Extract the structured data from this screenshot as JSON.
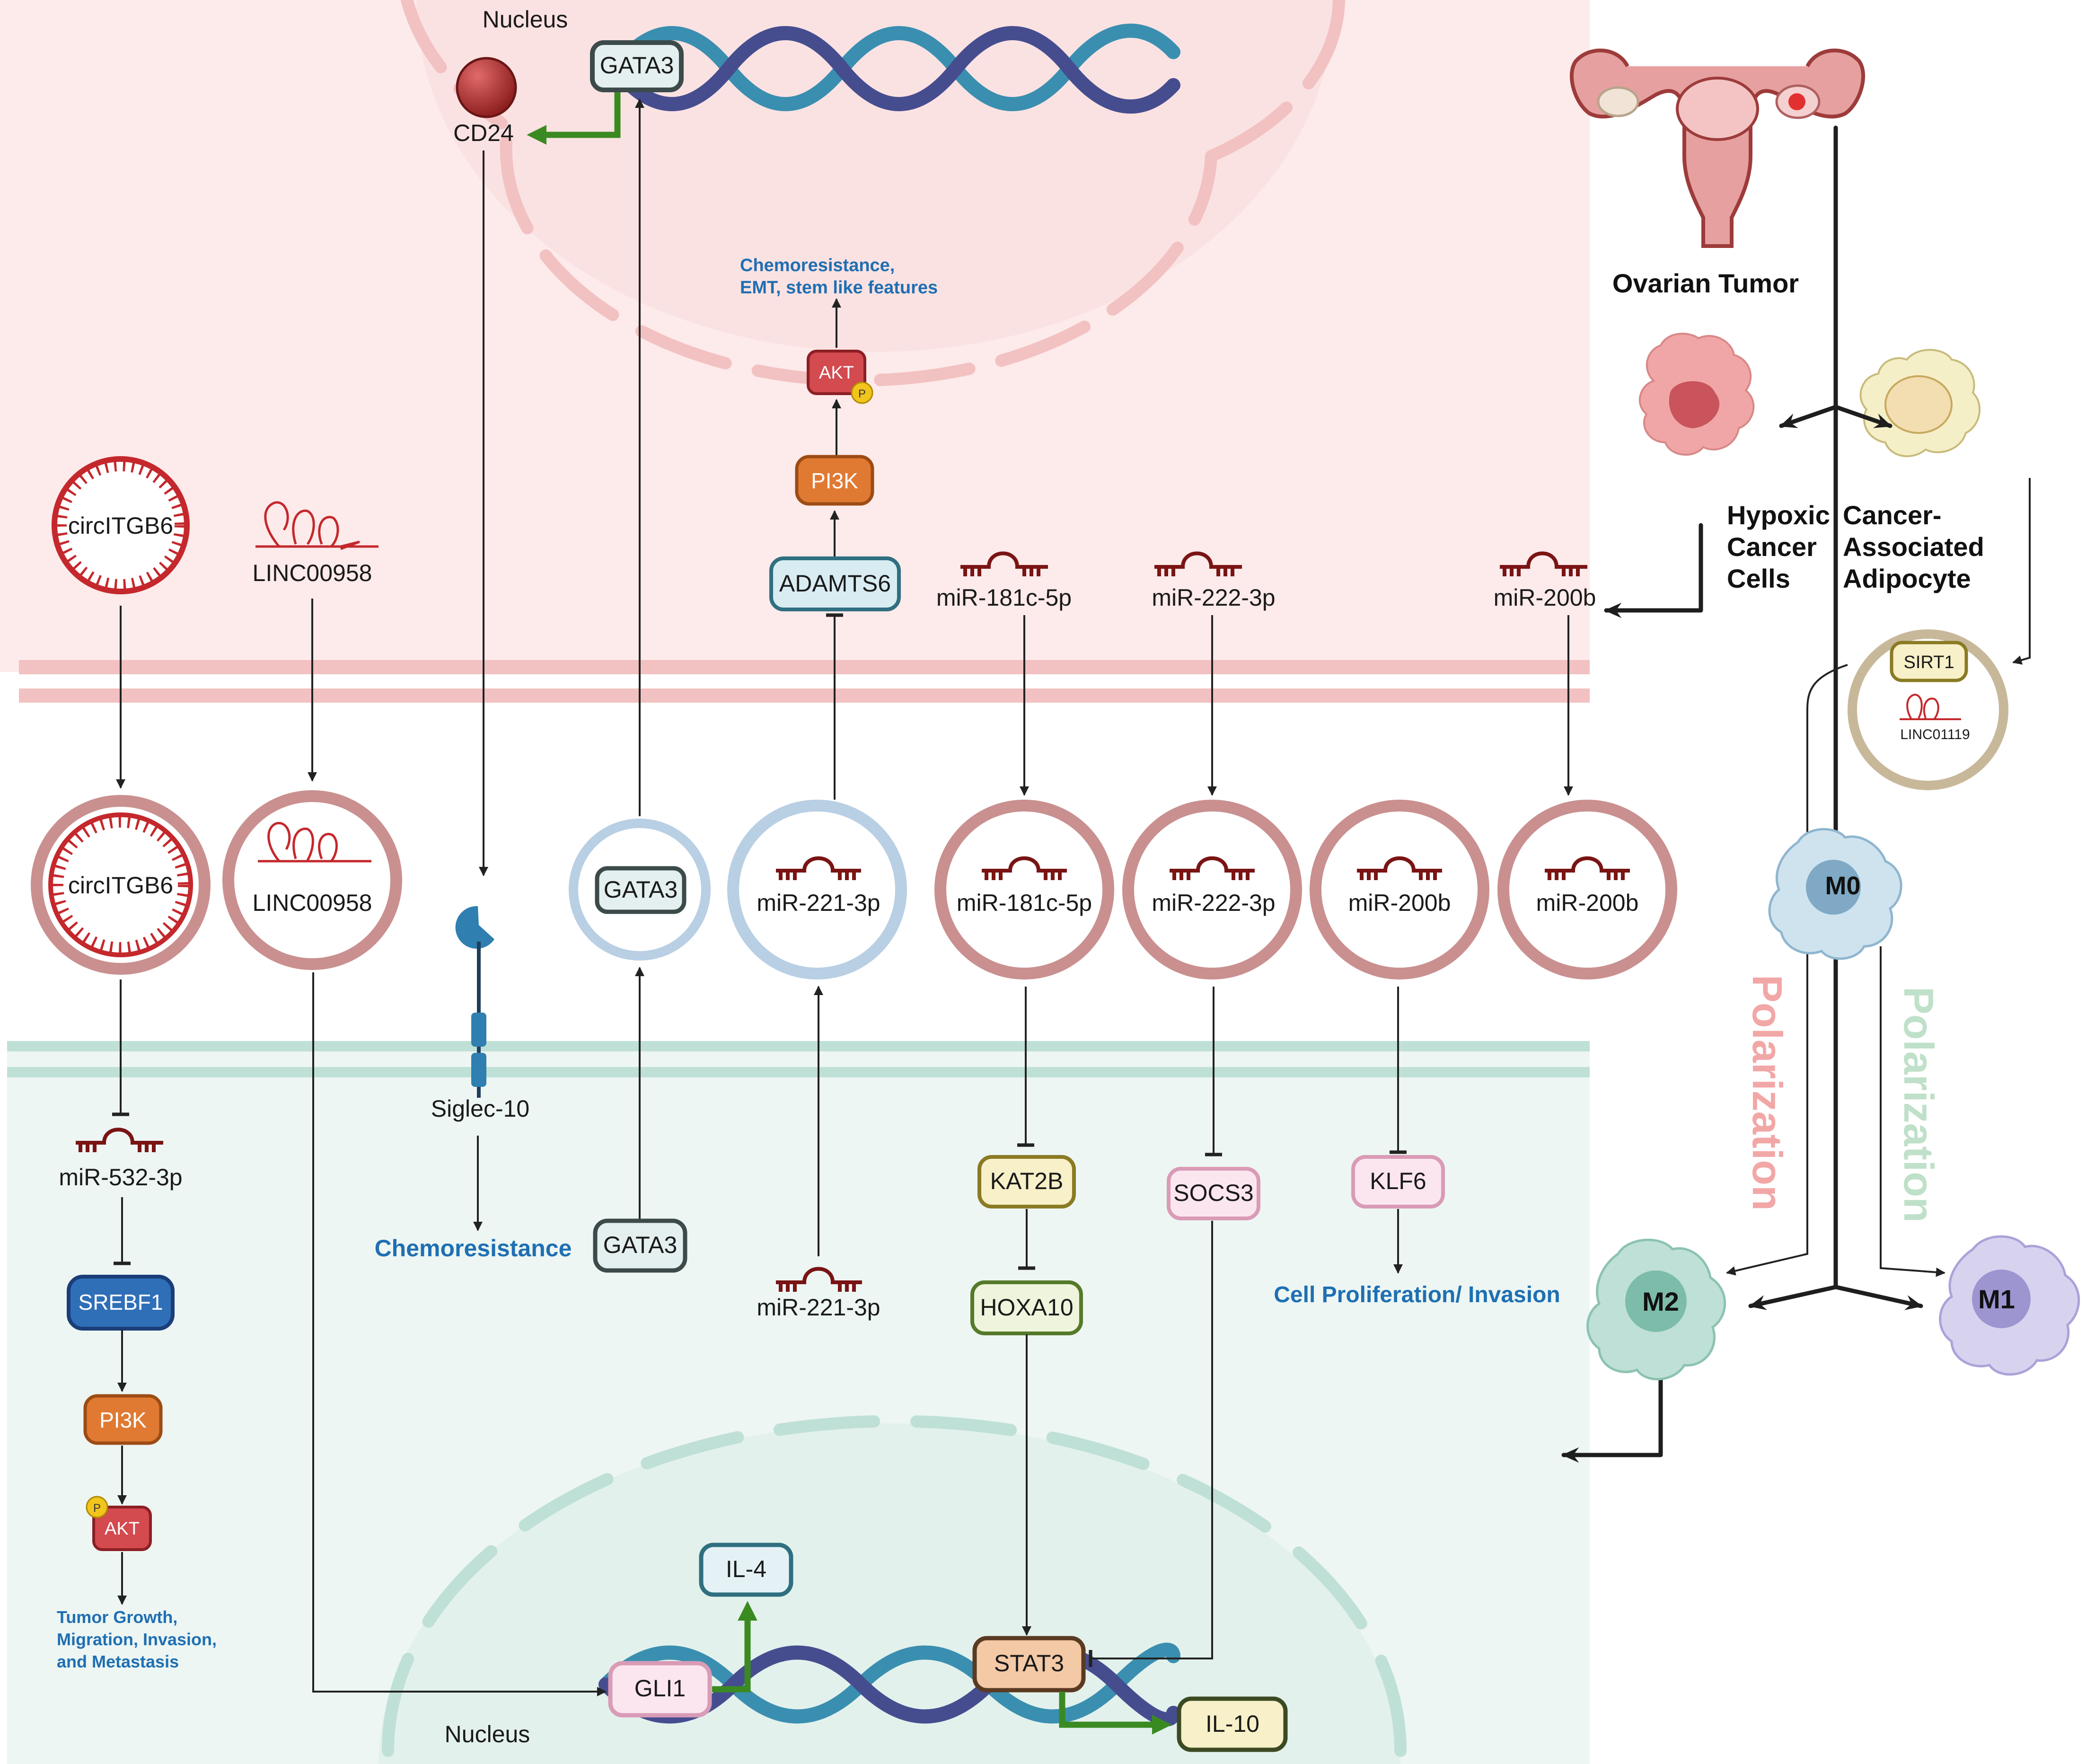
{
  "diagram": {
    "labels": {
      "nucleus_top": "Nucleus",
      "nucleus_bottom": "Nucleus",
      "cd24": "CD24",
      "gata3_top": "GATA3",
      "gata3_vesicle": "GATA3",
      "gata3_macro": "GATA3",
      "circitgb6_top": "circITGB6",
      "circitgb6_vesicle": "circITGB6",
      "linc00958_top": "LINC00958",
      "linc00958_vesicle": "LINC00958",
      "mir221_vesicle": "miR-221-3p",
      "mir221_macro": "miR-221-3p",
      "mir181_top": "miR-181c-5p",
      "mir181_vesicle": "miR-181c-5p",
      "mir222_top": "miR-222-3p",
      "mir222_vesicle": "miR-222-3p",
      "mir200b_top": "miR-200b",
      "mir200b_vesicle_a": "miR-200b",
      "mir200b_vesicle_b": "miR-200b",
      "adamts6": "ADAMTS6",
      "pi3k_top": "PI3K",
      "akt_top": "AKT",
      "phospho_top": "P",
      "chemo_emt_1": "Chemoresistance,",
      "chemo_emt_2": "EMT, stem like features",
      "siglec10": "Siglec-10",
      "chemoresistance": "Chemoresistance",
      "mir532": "miR-532-3p",
      "srebf1": "SREBF1",
      "pi3k_bottom": "PI3K",
      "akt_bottom": "AKT",
      "phospho_bottom": "P",
      "tumor_1": "Tumor Growth,",
      "tumor_2": "Migration, Invasion,",
      "tumor_3": "and Metastasis",
      "kat2b": "KAT2B",
      "hoxa10": "HOXA10",
      "socs3": "SOCS3",
      "klf6": "KLF6",
      "cell_prolif": "Cell Proliferation/ Invasion",
      "il4": "IL-4",
      "gli1": "GLI1",
      "stat3": "STAT3",
      "il10": "IL-10",
      "ovarian_tumor": "Ovarian Tumor",
      "hypoxic_1": "Hypoxic",
      "hypoxic_2": "Cancer",
      "hypoxic_3": "Cells",
      "adipocyte_1": "Cancer-",
      "adipocyte_2": "Associated",
      "adipocyte_3": "Adipocyte",
      "sirt1": "SIRT1",
      "linc01119": "LINC01119",
      "m0": "M0",
      "m1": "M1",
      "m2": "M2",
      "polarization_m2": "Polarization",
      "polarization_m1": "Polarization"
    },
    "colors": {
      "tumor_region": "#fdeaea",
      "tumor_membrane": "#f2c1c1",
      "macrophage_region": "#edf6f3",
      "macrophage_membrane": "#bfe0d6",
      "dna_light": "#3a8fb0",
      "dna_dark": "#464d8f",
      "vesicle_red": "#c9908f",
      "vesicle_blue": "#b8cfe4",
      "text_blue": "#1f6fb2",
      "arrow_green": "#3a8a22",
      "polarization_m2": "#f2a7a7",
      "polarization_m1": "#bfe0c9"
    }
  }
}
